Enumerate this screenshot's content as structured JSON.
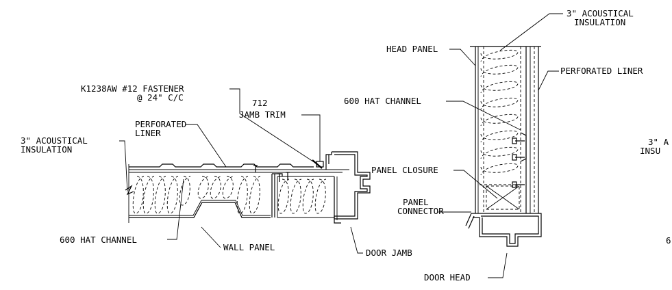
{
  "left_detail": {
    "fastener_label": "K1238AW #12 FASTENER",
    "fastener_spacing": "@ 24\" C/C",
    "jamb_trim_number": "712",
    "jamb_trim_label": "JAMB TRIM",
    "perforated_liner_1": "PERFORATED",
    "perforated_liner_2": "LINER",
    "insulation_1": "3\" ACOUSTICAL",
    "insulation_2": "INSULATION",
    "hat_channel": "600 HAT CHANNEL",
    "wall_panel": "WALL PANEL",
    "door_jamb": "DOOR JAMB"
  },
  "middle_detail": {
    "insulation_1": "3\" ACOUSTICAL",
    "insulation_2": "INSULATION",
    "head_panel": "HEAD PANEL",
    "perforated_liner": "PERFORATED LINER",
    "hat_channel": "600 HAT CHANNEL",
    "panel_closure": "PANEL CLOSURE",
    "panel_connector_1": "PANEL",
    "panel_connector_2": "CONNECTOR",
    "door_head": "DOOR HEAD"
  },
  "right_detail_cropped": {
    "label_1": "3\" A",
    "label_2": "INSU",
    "label_3": "6"
  }
}
